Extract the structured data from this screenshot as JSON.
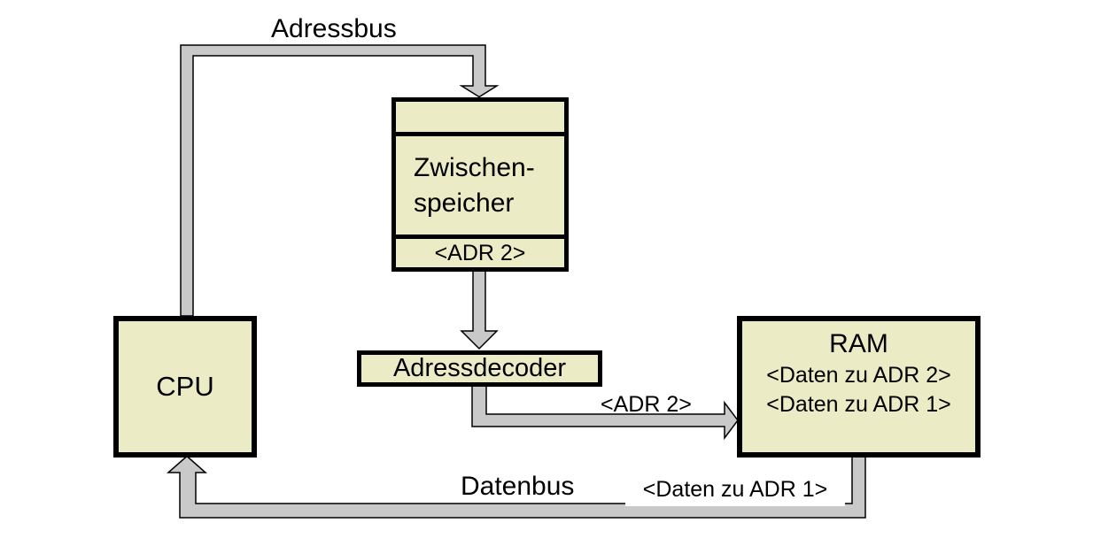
{
  "diagram": {
    "colors": {
      "node_fill": "#ebecc6",
      "node_border": "#000000",
      "bus_fill": "#c9c9c9",
      "bus_outline": "#000000",
      "background": "#ffffff"
    },
    "nodes": {
      "cpu": {
        "label": "CPU"
      },
      "zwischenspeicher": {
        "lines": [
          "Zwischen-",
          "speicher"
        ],
        "slot": "<ADR 2>"
      },
      "adressdecoder": {
        "label": "Adressdecoder"
      },
      "ram": {
        "title": "RAM",
        "rows": [
          "<Daten zu ADR 2>",
          "<Daten zu ADR 1>"
        ]
      }
    },
    "bus_labels": {
      "adressbus": "Adressbus",
      "datenbus": "Datenbus",
      "adr2": "<ADR 2>",
      "daten_adr1": "<Daten zu ADR 1>"
    }
  }
}
